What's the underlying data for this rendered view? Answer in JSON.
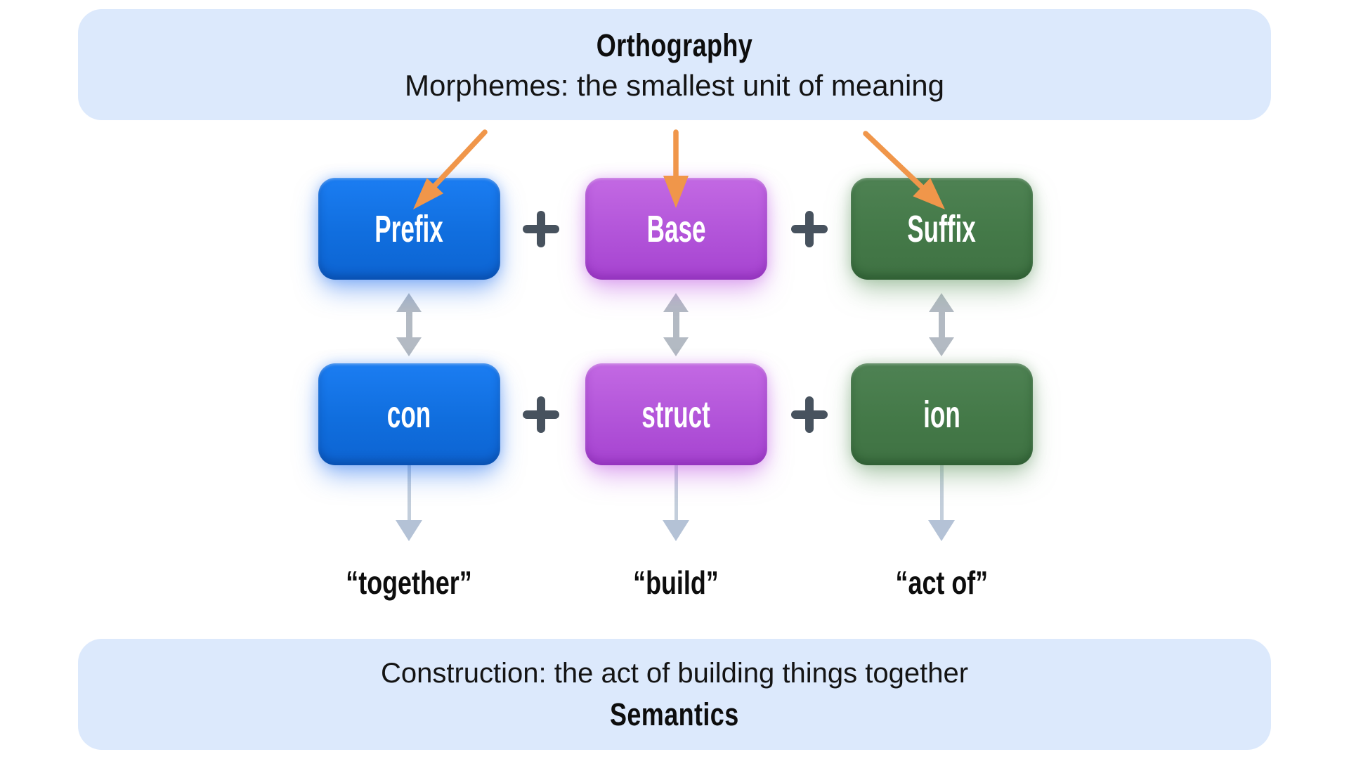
{
  "top_banner": {
    "title": "Orthography",
    "subtitle": "Morphemes: the smallest unit of meaning"
  },
  "columns": [
    {
      "role": "Prefix",
      "morpheme": "con",
      "meaning": "“together”",
      "color": "#1171e4"
    },
    {
      "role": "Base",
      "morpheme": "struct",
      "meaning": "“build”",
      "color": "#b557da"
    },
    {
      "role": "Suffix",
      "morpheme": "ion",
      "meaning": "“act of”",
      "color": "#467b4a"
    }
  ],
  "operators": {
    "plus": "+"
  },
  "bottom_banner": {
    "definition": "Construction: the act of building things together",
    "title": "Semantics"
  },
  "colors": {
    "banner_bg": "#dce9fc",
    "plus_sign": "#47525e",
    "orange_arrow": "#f0964a",
    "double_arrow_gray": "#b3bac3",
    "down_arrow_gray": "#b4c2d6",
    "background": "#ffffff"
  }
}
